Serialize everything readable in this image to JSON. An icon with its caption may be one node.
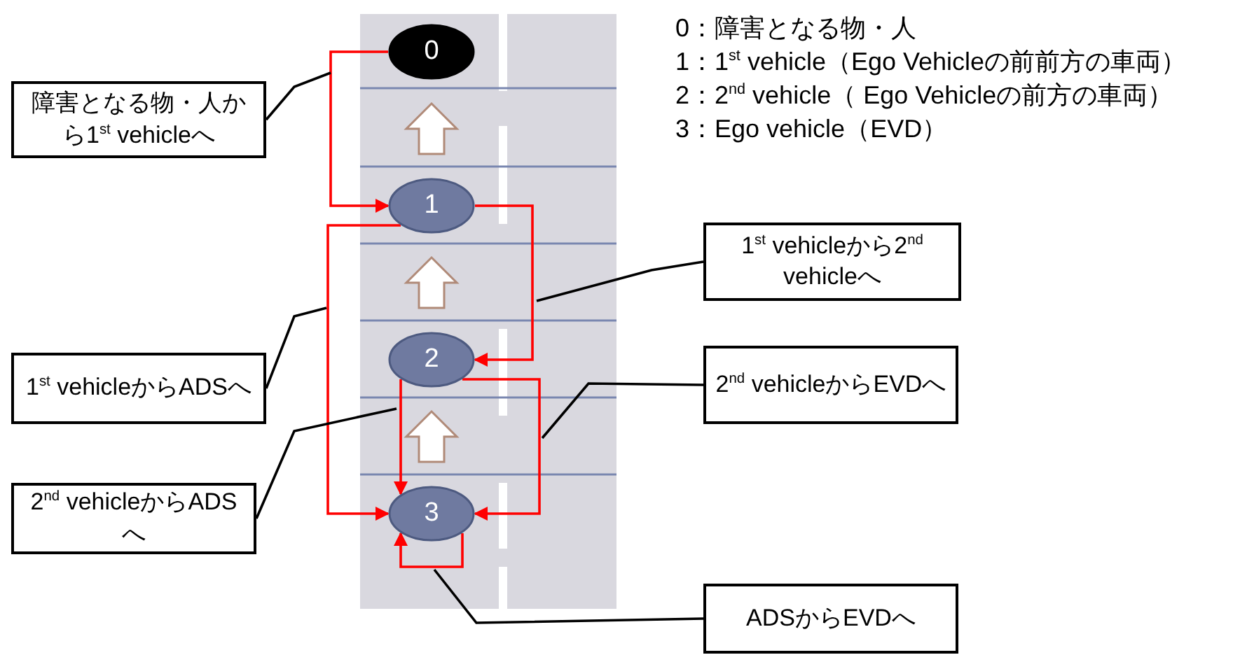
{
  "diagram": {
    "nodes": [
      {
        "text": [
          "0"
        ]
      },
      {
        "text": [
          "1"
        ]
      },
      {
        "text": [
          "2"
        ]
      },
      {
        "text": [
          "3"
        ]
      },
      {
        "text": [
          "障害となる物・人から1$^{st}$ vehicleへ"
        ]
      },
      {
        "text": [
          "1$^{st}$ vehicleから2$^{nd}$ vehicleへ"
        ]
      },
      {
        "text": [
          "1$^{st}$ vehicleからADSへ"
        ]
      },
      {
        "text": [
          "2$^{nd}$ vehicleからEVDへ"
        ]
      },
      {
        "text": [
          "2$^{nd}$ vehicleからADSへ"
        ]
      },
      {
        "text": [
          "ADSからEVDへ"
        ]
      }
    ],
    "edges": [
      {
        "from": 0,
        "to": 1,
        "arrow": "to",
        "color": "#ff0000"
      },
      {
        "from": 1,
        "to": 2,
        "arrow": "to",
        "color": "#ff0000"
      },
      {
        "from": 1,
        "to": 3,
        "arrow": "to",
        "color": "#ff0000"
      },
      {
        "from": 2,
        "to": 3,
        "arrow": "to",
        "color": "#ff0000"
      },
      {
        "from": 2,
        "to": 3,
        "arrow": "to",
        "color": "#ff0000"
      },
      {
        "from": 3,
        "to": 3,
        "arrow": "to",
        "color": "#ff0000"
      },
      {
        "from": 4,
        "to": null,
        "arrow": "none",
        "color": "#000000"
      },
      {
        "from": 5,
        "to": null,
        "arrow": "none",
        "color": "#000000"
      },
      {
        "from": 6,
        "to": null,
        "arrow": "none",
        "color": "#000000"
      },
      {
        "from": 7,
        "to": null,
        "arrow": "none",
        "color": "#000000"
      },
      {
        "from": 8,
        "to": null,
        "arrow": "none",
        "color": "#000000"
      },
      {
        "from": 9,
        "to": null,
        "arrow": "none",
        "color": "#000000"
      },
      {
        "from": 1,
        "to": 0,
        "arrow": "to",
        "color": "#b08a78"
      },
      {
        "from": 2,
        "to": 1,
        "arrow": "to",
        "color": "#b08a78"
      },
      {
        "from": 3,
        "to": 2,
        "arrow": "to",
        "color": "#b08a78"
      }
    ],
    "labels": [
      "0：障害となる物・人",
      "1：1$^{st}$ vehicle（Ego Vehicleの前前方の車両）",
      "2：2$^{nd}$ vehicle（ Ego Vehicleの前方の車両）",
      "3：Ego vehicle（EVD）"
    ]
  }
}
